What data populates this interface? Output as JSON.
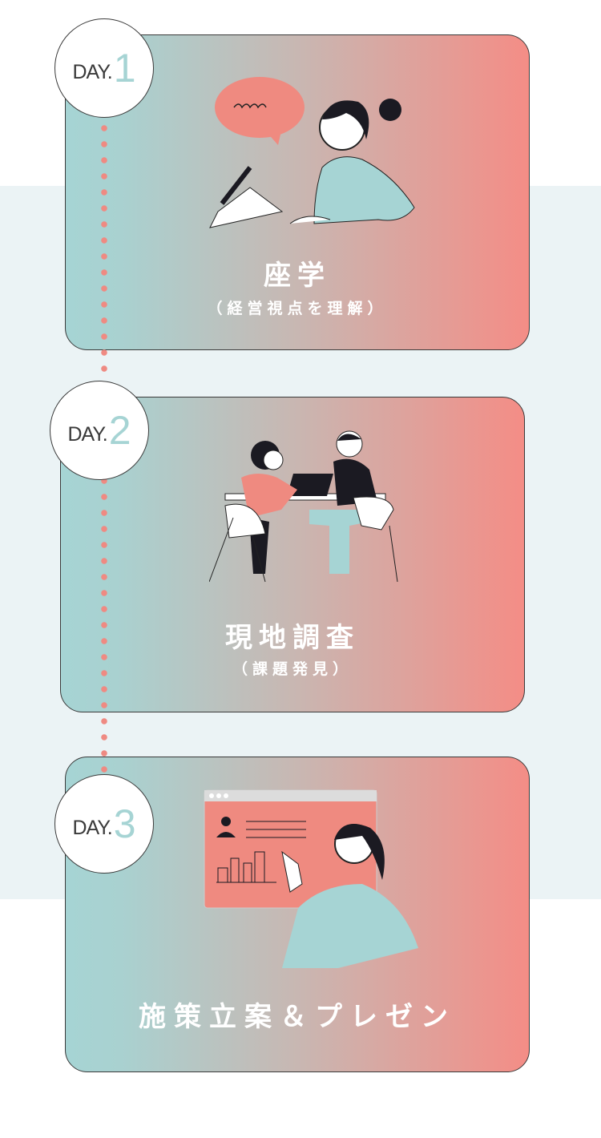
{
  "steps": [
    {
      "day_label": "DAY.",
      "day_number": "1",
      "title": "座学",
      "subtitle": "（経営視点を理解）",
      "illustration": "woman-writing-speech-bubble"
    },
    {
      "day_label": "DAY.",
      "day_number": "2",
      "title": "現地調査",
      "subtitle": "（課題発見）",
      "illustration": "two-people-meeting-at-table"
    },
    {
      "day_label": "DAY.",
      "day_number": "3",
      "title": "施策立案＆プレゼン",
      "illustration": "woman-presenting-dashboard"
    }
  ],
  "colors": {
    "teal": "#a6d4d4",
    "salmon": "#f48d86",
    "band": "#ebf3f5"
  }
}
